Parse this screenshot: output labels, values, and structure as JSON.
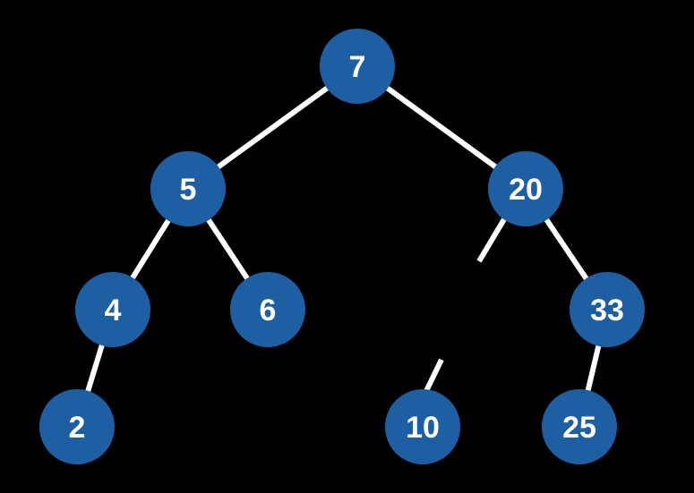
{
  "diagram": {
    "colors": {
      "background": "#000000",
      "node_fill": "#1e5fa3",
      "edge": "#ffffff",
      "label": "#ffffff"
    },
    "nodes": [
      {
        "id": "n7",
        "label": "7"
      },
      {
        "id": "n5",
        "label": "5"
      },
      {
        "id": "n20",
        "label": "20"
      },
      {
        "id": "n4",
        "label": "4"
      },
      {
        "id": "n6",
        "label": "6"
      },
      {
        "id": "n33",
        "label": "33"
      },
      {
        "id": "n2",
        "label": "2"
      },
      {
        "id": "n10",
        "label": "10"
      },
      {
        "id": "n25",
        "label": "25"
      }
    ],
    "edges": [
      {
        "from": "n7",
        "to": "n5"
      },
      {
        "from": "n7",
        "to": "n20"
      },
      {
        "from": "n5",
        "to": "n4"
      },
      {
        "from": "n5",
        "to": "n6"
      },
      {
        "from": "n20",
        "to": "n10",
        "partial": true
      },
      {
        "from": "n20",
        "to": "n33"
      },
      {
        "from": "n4",
        "to": "n2"
      },
      {
        "from": "n33",
        "to": "n25"
      }
    ]
  }
}
